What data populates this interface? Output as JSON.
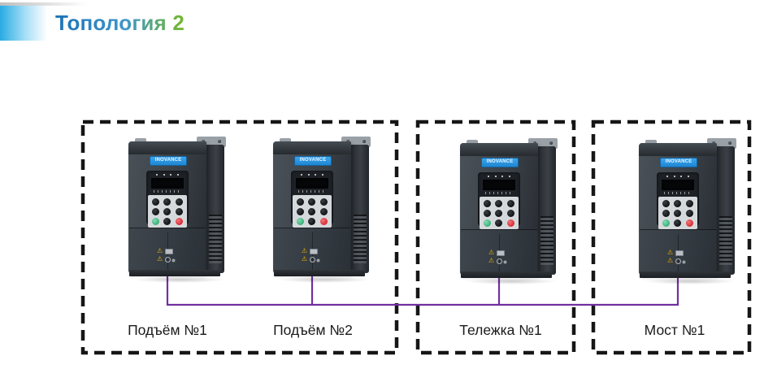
{
  "header": {
    "title": "Топология 2",
    "accent_bar_color": "#29abe2",
    "title_gradient_start": "#1a72b8",
    "title_gradient_end": "#76b82a"
  },
  "diagram": {
    "bus_color": "#7030a0",
    "box_border_color": "#161616",
    "device_brand": "INOVANCE",
    "icons": {
      "warning": "⚠"
    },
    "devices": [
      {
        "label": "Подъём №1"
      },
      {
        "label": "Подъём №2"
      },
      {
        "label": "Тележка №1"
      },
      {
        "label": "Мост №1"
      }
    ]
  }
}
